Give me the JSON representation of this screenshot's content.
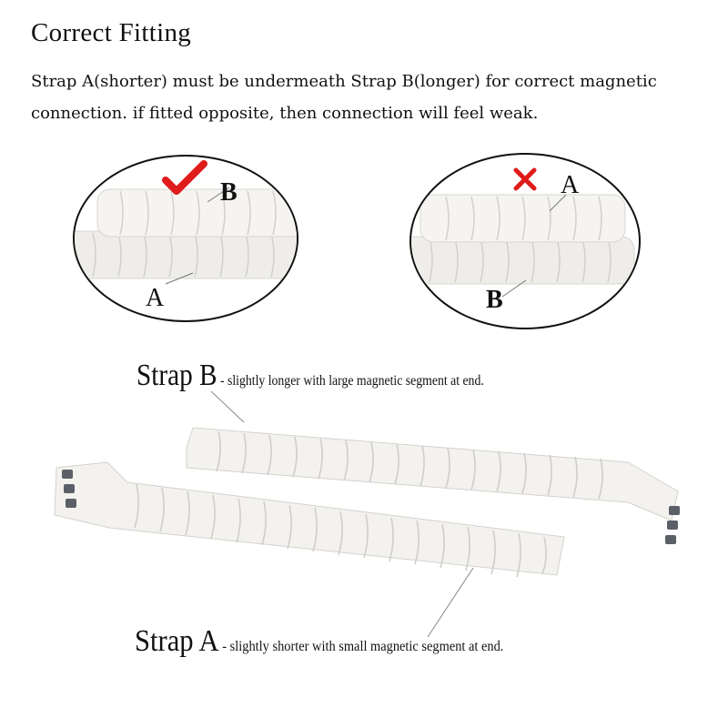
{
  "heading": "Correct Fitting",
  "description": {
    "line1": "Strap A(shorter) must be undermeath Strap B(longer) for correct magnetic",
    "line2": "connection. if fitted opposite, then connection will feel weak."
  },
  "correct_example": {
    "top_label": "B",
    "bottom_label": "A",
    "mark_icon": "checkmark-icon",
    "mark_color": "#e01b1b"
  },
  "wrong_example": {
    "top_label": "A",
    "bottom_label": "B",
    "mark_icon": "cross-icon",
    "mark_color": "#e01b1b"
  },
  "strap_b": {
    "name": "Strap B",
    "detail": "- slightly longer with large magnetic segment at end."
  },
  "strap_a": {
    "name": "Strap A",
    "detail": "- slightly shorter with small magnetic segment at end."
  },
  "colors": {
    "band": "#f2f1ee",
    "band_shadow": "#d9d7d2",
    "connector": "#5b6068"
  }
}
